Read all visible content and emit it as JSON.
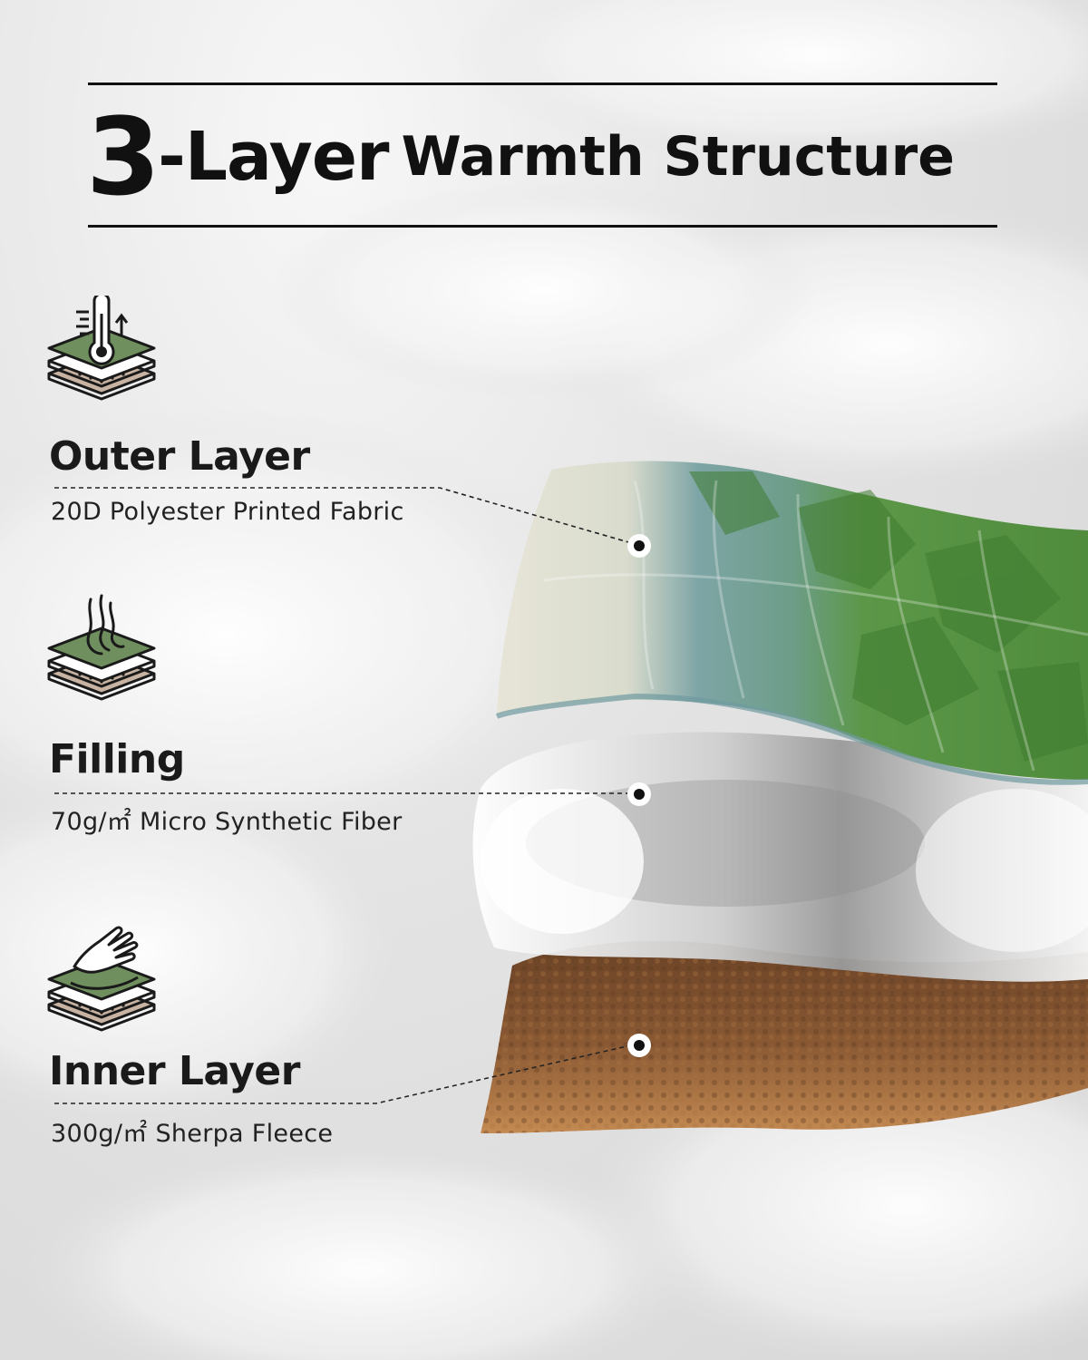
{
  "header": {
    "number": "3",
    "dash_word": "-Layer",
    "rest": "Warmth Structure"
  },
  "layers": [
    {
      "title": "Outer Layer",
      "description": "20D Polyester Printed Fabric",
      "icon": "thermometer-layers-icon"
    },
    {
      "title": "Filling",
      "description": "70g/㎡ Micro Synthetic Fiber",
      "icon": "fiber-layers-icon"
    },
    {
      "title": "Inner Layer",
      "description": "300g/㎡ Sherpa Fleece",
      "icon": "hand-layers-icon"
    }
  ],
  "colors": {
    "text": "#111111",
    "icon_green": "#6f8f5e",
    "icon_tan": "#c8b3a2",
    "fabric_green": "#5a9645",
    "fabric_teal": "#7fa3a4",
    "fabric_cream": "#e6e4d6",
    "sherpa_brown": "#8a5a35"
  }
}
